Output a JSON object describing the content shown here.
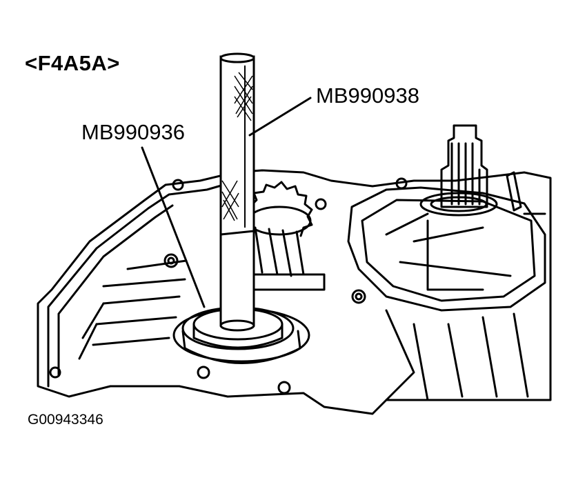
{
  "diagram": {
    "model_label": "<F4A5A>",
    "callouts": [
      {
        "id": "MB990938",
        "label": "MB990938"
      },
      {
        "id": "MB990936",
        "label": "MB990936"
      }
    ],
    "figure_id": "G00943346",
    "colors": {
      "ink": "#000000",
      "paper": "#ffffff"
    }
  }
}
